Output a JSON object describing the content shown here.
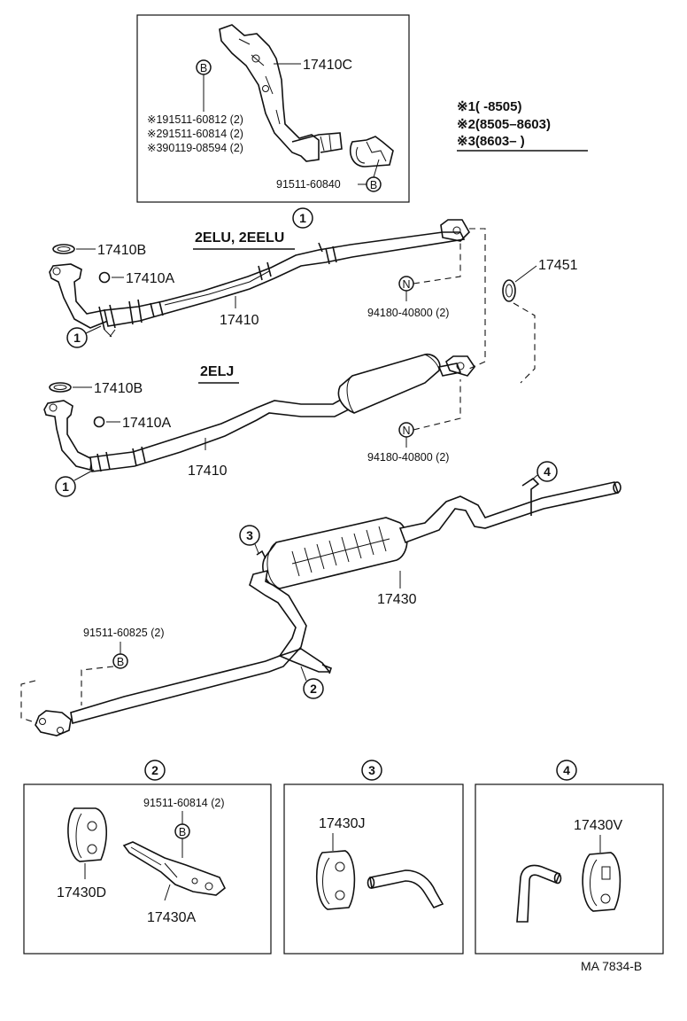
{
  "top_detail": {
    "callout": "1",
    "bracket_part": "17410C",
    "bolt_mark": "B",
    "note1": "※191511-60812 (2)",
    "note2": "※291511-60814 (2)",
    "note3": "※390119-08594 (2)",
    "bolt_part": "91511-60840"
  },
  "legend": {
    "line1": "※1(      -8505)",
    "line2": "※2(8505–8603)",
    "line3": "※3(8603–        )"
  },
  "section_2elu": {
    "title": "2ELU, 2EELU",
    "gasket": "17410B",
    "nut": "17410A",
    "pipe": "17410",
    "callout": "1",
    "nut_mark": "N",
    "nut_part": "94180-40800 (2)"
  },
  "gasket_right": "17451",
  "section_2elj": {
    "title": "2ELJ",
    "gasket": "17410B",
    "nut": "17410A",
    "pipe": "17410",
    "callout": "1",
    "nut_mark": "N",
    "nut_part": "94180-40800 (2)"
  },
  "tailpipe": {
    "muffler_part": "17430",
    "callout3": "3",
    "callout4": "4",
    "callout2": "2",
    "bolt_mark": "B",
    "bolt_part": "91511-60825 (2)"
  },
  "box2": {
    "callout": "2",
    "bolt_part": "91511-60814 (2)",
    "bolt_mark": "B",
    "hanger": "17430D",
    "bracket": "17430A"
  },
  "box3": {
    "callout": "3",
    "hanger": "17430J"
  },
  "box4": {
    "callout": "4",
    "hanger": "17430V"
  },
  "footer": "MA  7834-B"
}
